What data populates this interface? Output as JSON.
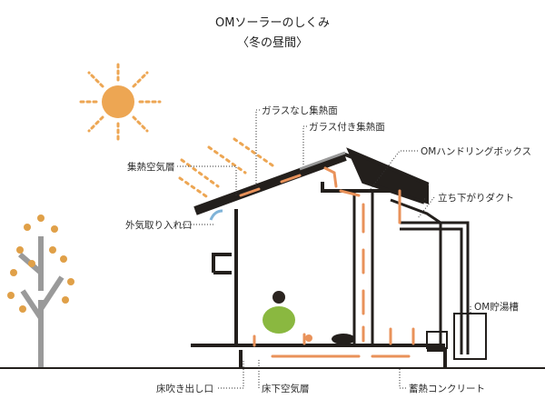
{
  "title": "OMソーラーのしくみ",
  "subtitle": "〈冬の昼間〉",
  "labels": {
    "unglazed_collector": "ガラスなし集熱面",
    "glazed_collector": "ガラス付き集熱面",
    "air_layer": "集熱空気層",
    "handling_box": "OMハンドリングボックス",
    "down_duct": "立ち下がりダクト",
    "air_intake": "外気取り入れ口",
    "hot_water_tank": "OM貯湯槽",
    "floor_outlet": "床吹き出し口",
    "underfloor_air_layer": "床下空気層",
    "thermal_concrete": "蓄熱コンクリート"
  },
  "colors": {
    "sun": "#eda653",
    "warm_air": "#e9925a",
    "cool_air": "#7fb3d8",
    "structure": "#231f1c",
    "tree_leaves": "#e0a048",
    "tree_trunk": "#9a9a9a"
  }
}
